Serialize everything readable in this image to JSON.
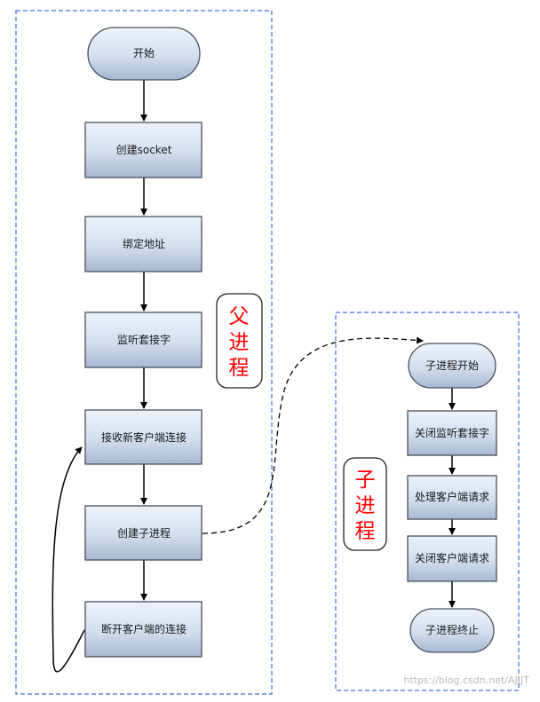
{
  "parent": {
    "label": [
      "父",
      "进",
      "程"
    ],
    "nodes": {
      "start": "开始",
      "create_socket": "创建socket",
      "bind": "绑定地址",
      "listen": "监听套接字",
      "accept": "接收新客户端连接",
      "fork": "创建子进程",
      "disconnect": "断开客户端的连接"
    }
  },
  "child": {
    "label": [
      "子",
      "进",
      "程"
    ],
    "nodes": {
      "start": "子进程开始",
      "close_listen": "关闭监听套接字",
      "handle": "处理客户端请求",
      "close_client": "关闭客户端请求",
      "end": "子进程终止"
    }
  },
  "watermark": "https://blog.csdn.net/AJIJT",
  "colors": {
    "frame_border": "#3a6fe0",
    "label_text": "#ff0000",
    "node_border": "#4a4f5c",
    "node_fill_light": "#e8eef8",
    "node_fill_dark": "#a8b8d4"
  }
}
